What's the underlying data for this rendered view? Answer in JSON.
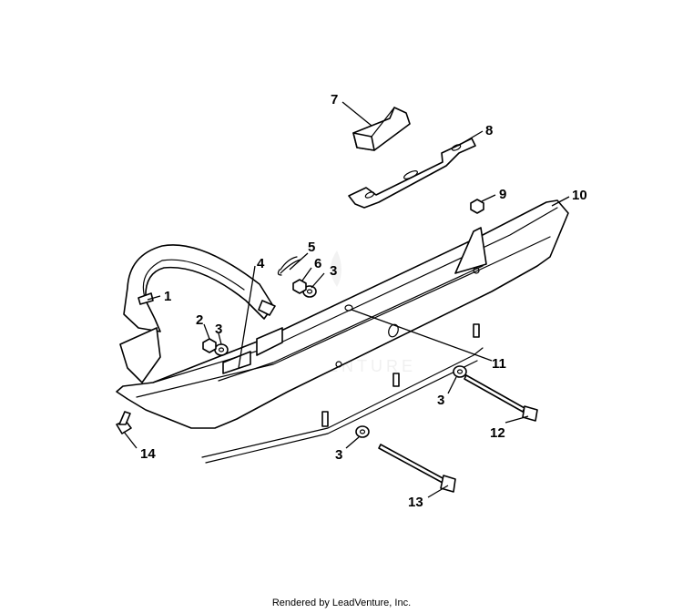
{
  "callouts": {
    "c1": "1",
    "c2": "2",
    "c3a": "3",
    "c3b": "3",
    "c3c": "3",
    "c3d": "3",
    "c4": "4",
    "c5": "5",
    "c6": "6",
    "c7": "7",
    "c8": "8",
    "c9": "9",
    "c10": "10",
    "c11": "11",
    "c12": "12",
    "c13": "13",
    "c14": "14"
  },
  "watermark": "ADVENTURE",
  "footer": "Rendered by LeadVenture, Inc."
}
